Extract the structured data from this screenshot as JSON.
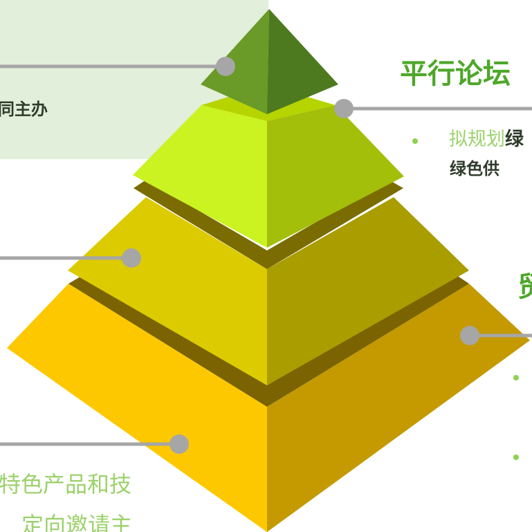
{
  "labels": {
    "parallel_forum": "平行论坛",
    "right_title_partial": "贸",
    "co_host_fragment": "同主办",
    "plan_prefix": "拟规划",
    "plan_bold": "绿",
    "supply_chain": "绿色供",
    "feature_line1": "特色产品和技",
    "feature_line2": "定向邀请主"
  },
  "colors": {
    "panel_bg": "#e2efda",
    "title_green": "#4ea72a",
    "light_green_text": "#9bd26b",
    "dark_text": "#2f3b2a",
    "connector_gray": "#a6a6a6"
  }
}
